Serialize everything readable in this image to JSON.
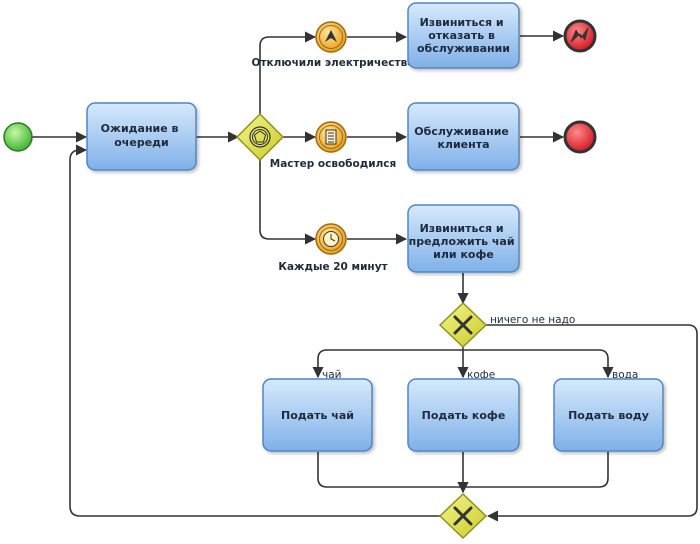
{
  "tasks": {
    "waiting": [
      "Ожидание в",
      "очереди"
    ],
    "apologize_refuse": [
      "Извиниться и",
      "отказать в",
      "обслуживании"
    ],
    "serve": [
      "Обслуживание",
      "клиента"
    ],
    "apologize_offer": [
      "Извиниться и",
      "предложить чай",
      "или кофе"
    ],
    "give_tea": [
      "Подать чай"
    ],
    "give_coffee": [
      "Подать кофе"
    ],
    "give_water": [
      "Подать воду"
    ]
  },
  "events": {
    "power_off": "Отключили электричество",
    "master_free": "Мастер освободился",
    "every_20": "Каждые 20 минут"
  },
  "flow_labels": {
    "nothing": "ничего не надо",
    "tea": "чай",
    "coffee": "кофе",
    "water": "вода"
  },
  "icons": {
    "start_event": "start-event-icon",
    "end_event_error": "error-end-event-icon",
    "end_event": "end-event-icon",
    "gateway_event_based": "event-based-gateway-icon",
    "gateway_exclusive": "exclusive-gateway-icon",
    "signal_event": "signal-event-icon",
    "conditional_event": "conditional-event-icon",
    "timer_event": "timer-event-icon"
  },
  "colors": {
    "task_fill_top": "#d2e6fb",
    "task_fill_bottom": "#7fb2ea",
    "task_stroke": "#4f86c6",
    "gateway_fill": "#dfe24a",
    "gateway_stroke": "#8d9222",
    "event_orange": "#f2b133",
    "start_green": "#5bd34a",
    "end_red": "#e81c2a"
  }
}
